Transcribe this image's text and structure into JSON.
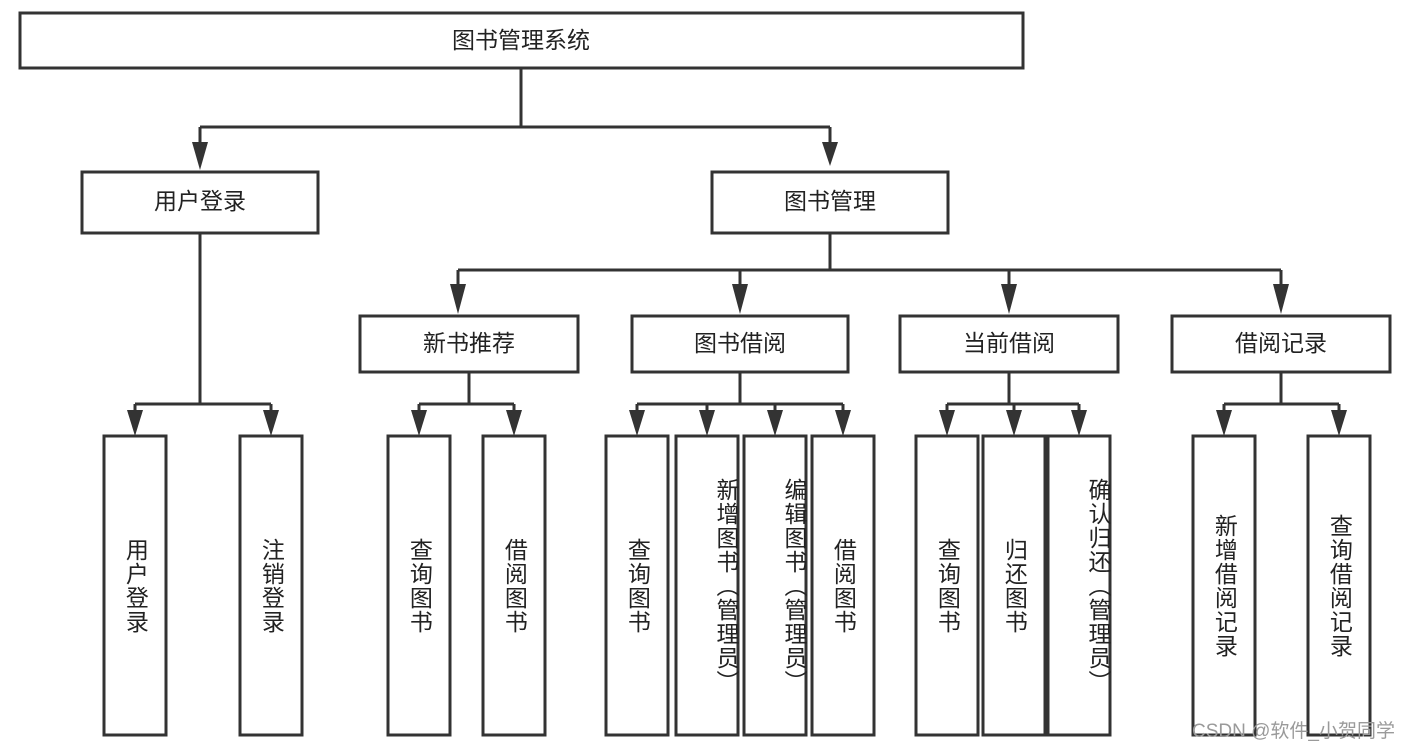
{
  "diagram": {
    "type": "tree",
    "title": "图书管理系统",
    "watermark": "CSDN @软件_小贺同学",
    "colors": {
      "stroke": "#333333",
      "box_fill": "#ffffff",
      "text": "#222222",
      "watermark": "#9a9a9a",
      "background": "#ffffff"
    },
    "root": {
      "label": "图书管理系统"
    },
    "level1": [
      {
        "label": "用户登录"
      },
      {
        "label": "图书管理"
      }
    ],
    "level2": [
      {
        "label": "新书推荐",
        "parent": "图书管理"
      },
      {
        "label": "图书借阅",
        "parent": "图书管理"
      },
      {
        "label": "当前借阅",
        "parent": "图书管理"
      },
      {
        "label": "借阅记录",
        "parent": "图书管理"
      }
    ],
    "leaves": {
      "user_login": [
        {
          "label": "用户登录"
        },
        {
          "label": "注销登录"
        }
      ],
      "new_book_recommend": [
        {
          "label": "查询图书"
        },
        {
          "label": "借阅图书"
        }
      ],
      "book_borrow": [
        {
          "label": "查询图书"
        },
        {
          "label": "新增图书（管理员）"
        },
        {
          "label": "编辑图书（管理员）"
        },
        {
          "label": "借阅图书"
        }
      ],
      "current_borrow": [
        {
          "label": "查询图书"
        },
        {
          "label": "归还图书"
        },
        {
          "label": "确认归还（管理员）"
        }
      ],
      "borrow_record": [
        {
          "label": "新增借阅记录"
        },
        {
          "label": "查询借阅记录"
        }
      ]
    }
  }
}
